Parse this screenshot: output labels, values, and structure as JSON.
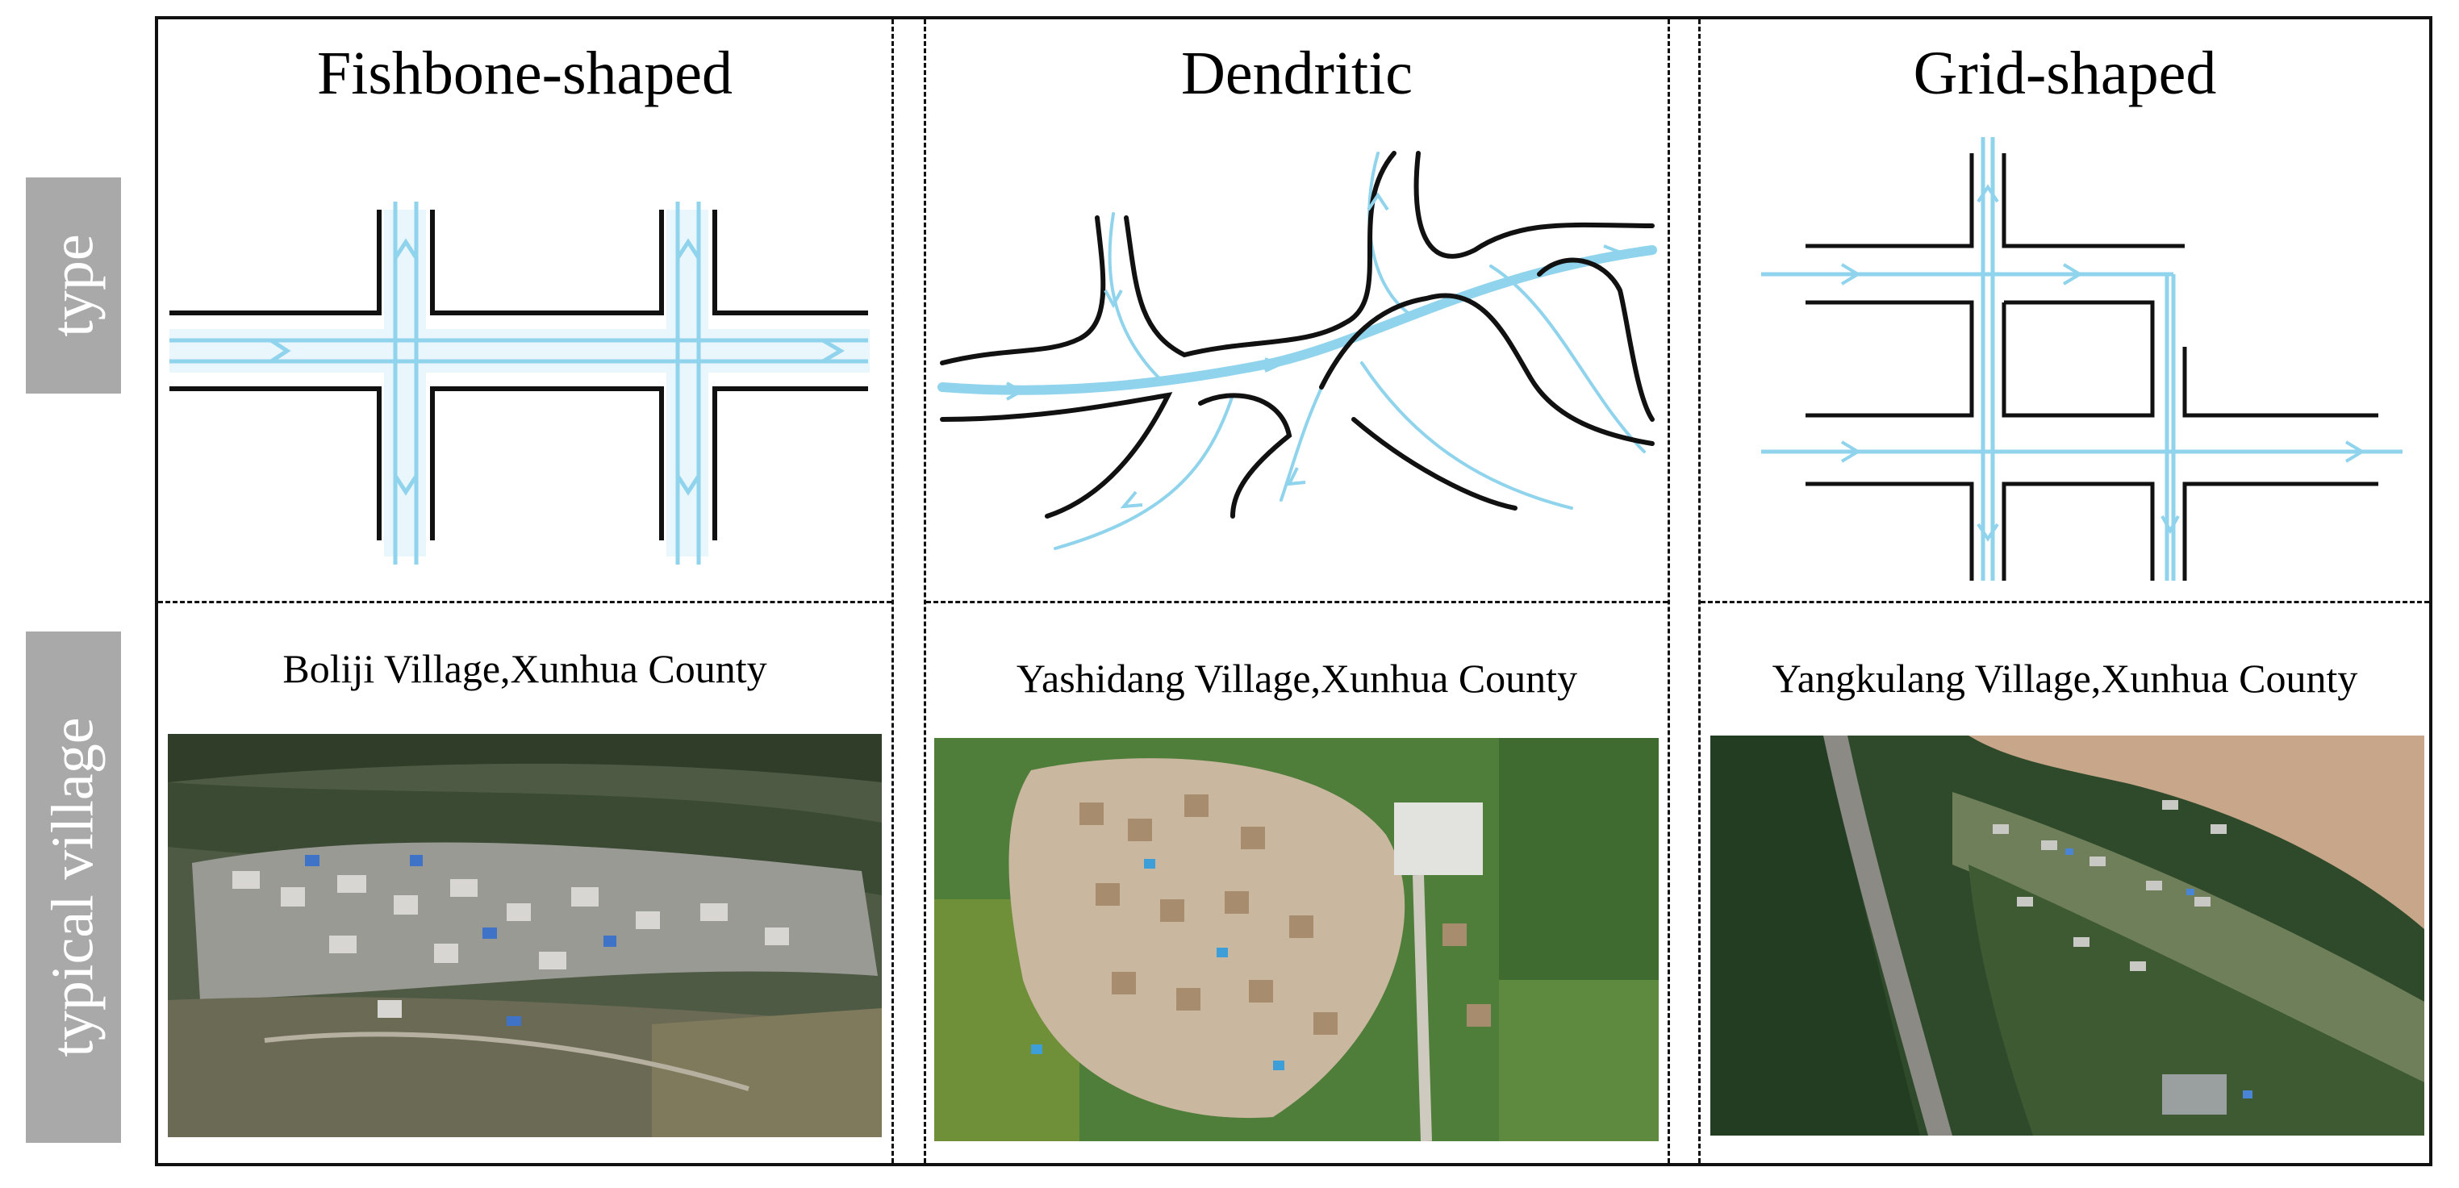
{
  "row_labels": {
    "type": "type",
    "village": "typical village"
  },
  "columns": [
    {
      "title": "Fishbone-shaped",
      "village": "Boliji Village,Xunhua County"
    },
    {
      "title": "Dendritic",
      "village": "Yashidang Village,Xunhua County"
    },
    {
      "title": "Grid-shaped",
      "village": "Yangkulang Village,Xunhua County"
    }
  ],
  "colors": {
    "road": "#111111",
    "flow": "#8fd3ec",
    "frame": "#111111",
    "label_bg": "#a9a9a9"
  }
}
